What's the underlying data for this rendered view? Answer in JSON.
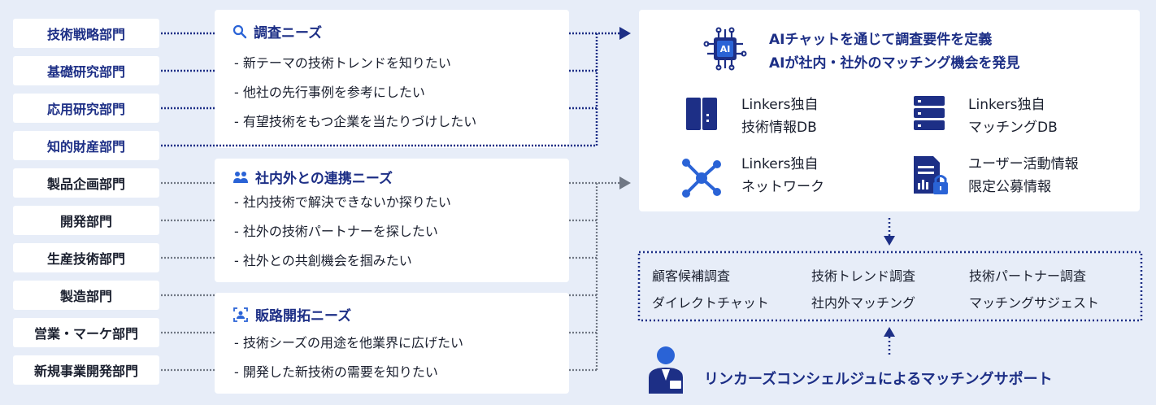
{
  "departments": [
    {
      "label": "技術戦略部門",
      "highlight": true
    },
    {
      "label": "基礎研究部門",
      "highlight": true
    },
    {
      "label": "応用研究部門",
      "highlight": true
    },
    {
      "label": "知的財産部門",
      "highlight": true
    },
    {
      "label": "製品企画部門",
      "highlight": false
    },
    {
      "label": "開発部門",
      "highlight": false
    },
    {
      "label": "生産技術部門",
      "highlight": false
    },
    {
      "label": "製造部門",
      "highlight": false
    },
    {
      "label": "営業・マーケ部門",
      "highlight": false
    },
    {
      "label": "新規事業開発部門",
      "highlight": false
    }
  ],
  "needs": [
    {
      "title": "調査ニーズ",
      "icon": "search-icon",
      "items": [
        "- 新テーマの技術トレンドを知りたい",
        "- 他社の先行事例を参考にしたい",
        "- 有望技術をもつ企業を当たりづけしたい"
      ]
    },
    {
      "title": "社内外との連携ニーズ",
      "icon": "people-icon",
      "items": [
        "- 社内技術で解決できないか探りたい",
        "- 社外の技術パートナーを探したい",
        "- 社外との共創機会を掴みたい"
      ]
    },
    {
      "title": "販路開拓ニーズ",
      "icon": "target-icon",
      "items": [
        "- 技術シーズの用途を他業界に広げたい",
        "- 開発した新技術の需要を知りたい"
      ]
    }
  ],
  "ai": {
    "line1": "AIチャットを通じて調査要件を定義",
    "line2": "AIが社内・社外のマッチング機会を発見"
  },
  "databases": [
    {
      "line1": "Linkers独自",
      "line2": "技術情報DB",
      "icon": "book-icon"
    },
    {
      "line1": "Linkers独自",
      "line2": "マッチングDB",
      "icon": "server-icon"
    },
    {
      "line1": "Linkers独自",
      "line2": "ネットワーク",
      "icon": "network-icon"
    },
    {
      "line1": "ユーザー活動情報",
      "line2": "限定公募情報",
      "icon": "document-lock-icon"
    }
  ],
  "services": [
    "顧客候補調査",
    "技術トレンド調査",
    "技術パートナー調査",
    "ダイレクトチャット",
    "社内外マッチング",
    "マッチングサジェスト"
  ],
  "concierge": "リンカーズコンシェルジュによるマッチングサポート",
  "colors": {
    "navy": "#1d2f86",
    "blue": "#2a63d6",
    "background": "#e7edf8"
  }
}
